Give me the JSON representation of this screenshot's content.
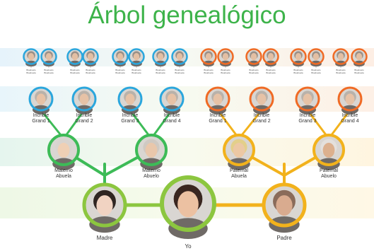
{
  "title": "Árbol genealógico",
  "colors": {
    "maternal": "#2aa6dd",
    "paternal": "#f06a24",
    "grand_maternal": "#3dbb57",
    "grand_paternal": "#f2b21c",
    "root_green": "#8cc63f"
  },
  "great_great_grandparents": {
    "label_line1": "Bisabuelo",
    "label_line2": "Bisabuela",
    "count": 16
  },
  "great_grandparents": [
    {
      "line1": "Incrible",
      "line2": "Grand 1"
    },
    {
      "line1": "Incrible",
      "line2": "Grand 2"
    },
    {
      "line1": "Incrible",
      "line2": "Grand 3"
    },
    {
      "line1": "Incrible",
      "line2": "Grand 4"
    },
    {
      "line1": "Incrible",
      "line2": "Grand 1"
    },
    {
      "line1": "Incrible",
      "line2": "Grand 2"
    },
    {
      "line1": "Incrible",
      "line2": "Grand 3"
    },
    {
      "line1": "Incrible",
      "line2": "Grand 4"
    }
  ],
  "grandparents": [
    {
      "line1": "Materno",
      "line2": "Abuela"
    },
    {
      "line1": "Materno",
      "line2": "Abuelo"
    },
    {
      "line1": "Paternal",
      "line2": "Abuela"
    },
    {
      "line1": "Paternal",
      "line2": "Abuelo"
    }
  ],
  "parents": {
    "mother": "Madre",
    "father": "Padre"
  },
  "self": "Yo"
}
